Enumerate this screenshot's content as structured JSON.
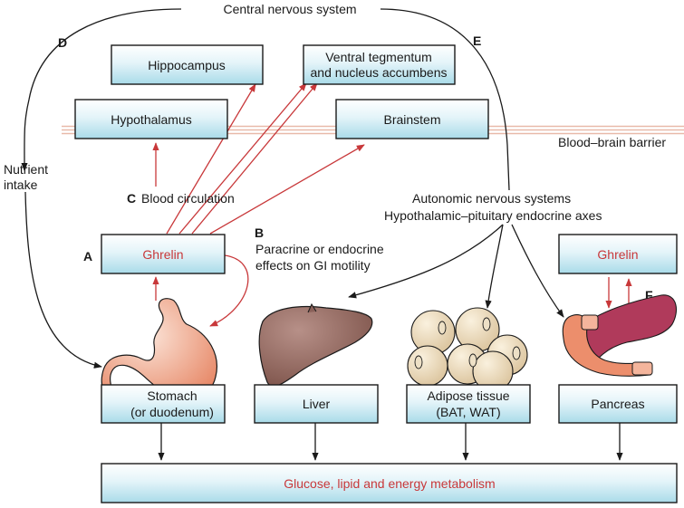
{
  "cns": "Central nervous system",
  "letters": {
    "a": "A",
    "b": "B",
    "c": "C",
    "d": "D",
    "e": "E",
    "f": "F"
  },
  "boxes": {
    "hippocampus": "Hippocampus",
    "vta": [
      "Ventral tegmentum",
      "and nucleus accumbens"
    ],
    "hypothalamus": "Hypothalamus",
    "brainstem": "Brainstem",
    "ghrelin_a": "Ghrelin",
    "ghrelin_f": "Ghrelin",
    "stomach": [
      "Stomach",
      "(or duodenum)"
    ],
    "liver": "Liver",
    "adipose": [
      "Adipose tissue",
      "(BAT, WAT)"
    ],
    "pancreas": "Pancreas",
    "metabolism": "Glucose, lipid and energy metabolism"
  },
  "labels": {
    "bbb": "Blood–brain barrier",
    "nutrient": [
      "Nutrient",
      "intake"
    ],
    "blood_circulation": "Blood circulation",
    "autonomic": [
      "Autonomic nervous systems",
      "Hypothalamic–pituitary endocrine axes"
    ],
    "paracrine": [
      "Paracrine or endocrine",
      "effects on GI motility"
    ]
  },
  "colors": {
    "hormone_text": "#c8383a",
    "arrow_red": "#c8383a",
    "box_light": "#ffffff",
    "box_dark": "#a9dbe9",
    "barrier": "#e8b9a9",
    "stomach": "#ec8e6c",
    "liver": "#9c7268",
    "adipose": "#e9d7b7",
    "pancreas": "#b03a5b"
  },
  "icons": [
    "stomach-icon",
    "liver-icon",
    "adipose-cells-icon",
    "pancreas-icon"
  ]
}
